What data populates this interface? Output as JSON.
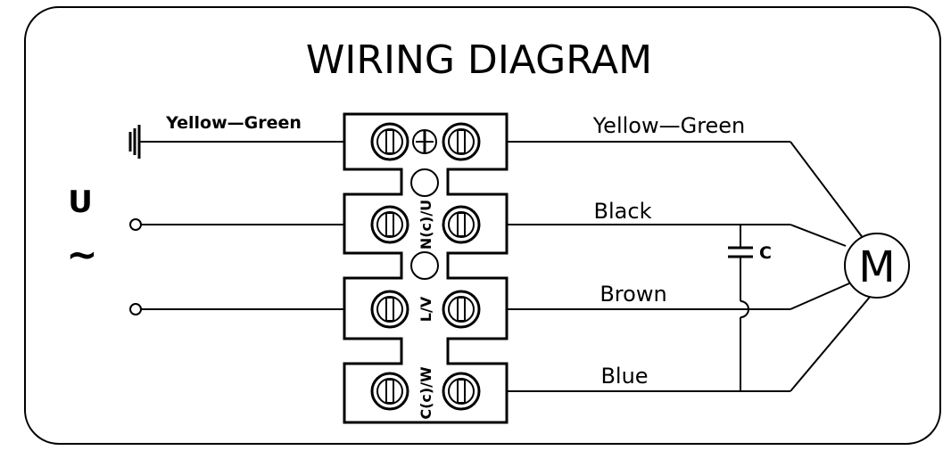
{
  "title": "WIRING DIAGRAM",
  "supply": {
    "symbol_u": "U",
    "symbol_ac": "~"
  },
  "left_labels": {
    "ground_wire": "Yellow—Green"
  },
  "right_labels": {
    "ground_wire": "Yellow—Green",
    "black_wire": "Black",
    "brown_wire": "Brown",
    "blue_wire": "Blue"
  },
  "terminal_labels": {
    "row2": "N(c)/U",
    "row3": "L/V",
    "row4": "C(c)/W"
  },
  "capacitor_label": "C",
  "motor_label": "M",
  "colors": {
    "line": "#000000",
    "background": "#ffffff"
  }
}
